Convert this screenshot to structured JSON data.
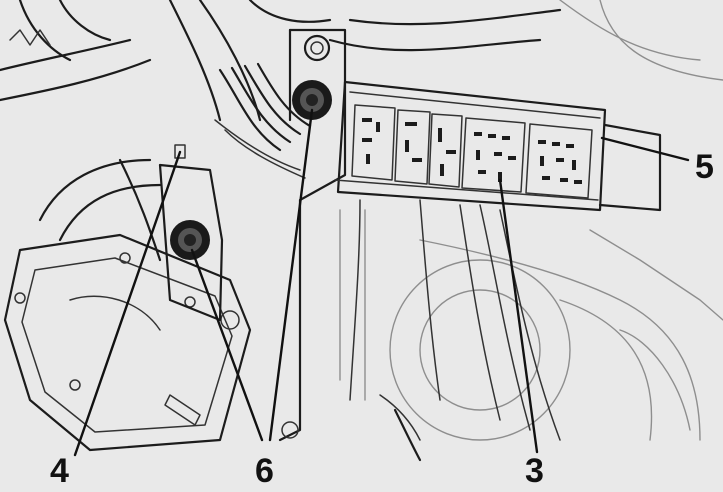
{
  "diagram": {
    "callouts": [
      {
        "id": "callout-4",
        "label": "4"
      },
      {
        "id": "callout-6",
        "label": "6"
      },
      {
        "id": "callout-3",
        "label": "3"
      },
      {
        "id": "callout-5",
        "label": "5"
      }
    ],
    "colors": {
      "background": "#e9e9e9",
      "line": "#1c1c1c",
      "faint_line": "#8e8e8e",
      "label": "#111111"
    }
  }
}
